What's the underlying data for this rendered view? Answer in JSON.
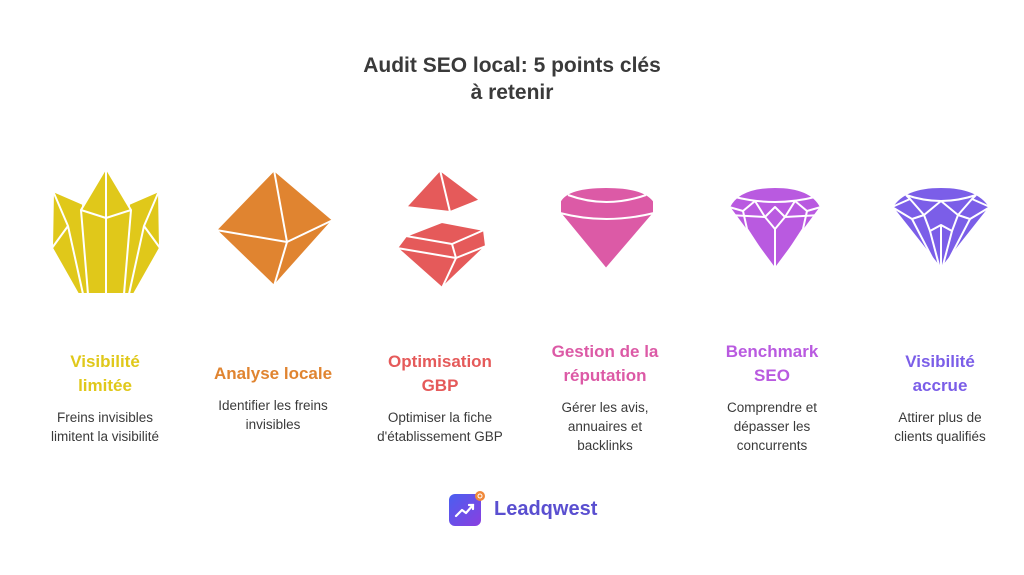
{
  "title_line1": "Audit SEO local: 5 points clés",
  "title_line2": "à retenir",
  "steps": [
    {
      "title_line1": "Visibilité",
      "title_line2": "limitée",
      "desc_line1": "Freins invisibles",
      "desc_line2": "limitent la visibilité",
      "desc_line3": "",
      "color": "#E0C81A",
      "icon": "crystal-cluster-icon"
    },
    {
      "title_line1": "Analyse locale",
      "title_line2": "",
      "desc_line1": "Identifier les freins",
      "desc_line2": "invisibles",
      "desc_line3": "",
      "color": "#E08430",
      "icon": "octahedron-icon"
    },
    {
      "title_line1": "Optimisation",
      "title_line2": "GBP",
      "desc_line1": "Optimiser la fiche",
      "desc_line2": "d'établissement GBP",
      "desc_line3": "",
      "color": "#E55A5A",
      "icon": "split-gem-icon"
    },
    {
      "title_line1": "Gestion de la",
      "title_line2": "réputation",
      "desc_line1": "Gérer les avis,",
      "desc_line2": "annuaires et",
      "desc_line3": "backlinks",
      "color": "#DC5AA6",
      "icon": "simple-gem-icon"
    },
    {
      "title_line1": "Benchmark",
      "title_line2": "SEO",
      "desc_line1": "Comprendre et",
      "desc_line2": "dépasser les",
      "desc_line3": "concurrents",
      "color": "#B95AE0",
      "icon": "faceted-gem-icon"
    },
    {
      "title_line1": "Visibilité",
      "title_line2": "accrue",
      "desc_line1": "Attirer plus de",
      "desc_line2": "clients qualifiés",
      "desc_line3": "",
      "color": "#7B5EE8",
      "icon": "brilliant-diamond-icon"
    }
  ],
  "logo": {
    "text": "Leadqwest"
  }
}
